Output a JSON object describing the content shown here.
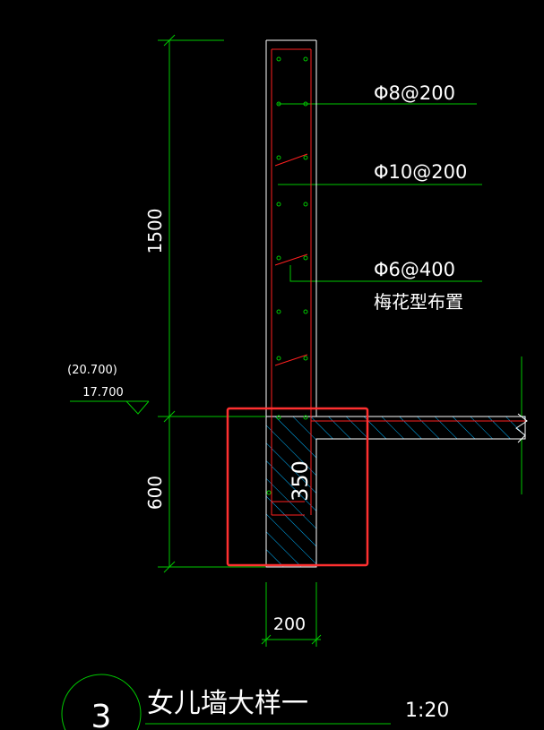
{
  "drawing": {
    "title_number": "3",
    "title": "女儿墙大样一",
    "scale": "1:20",
    "dimensions": {
      "parapet_height": "1500",
      "lower_height": "600",
      "wall_width": "200",
      "beam_depth": "350"
    },
    "elevation": {
      "bracket": "(20.700)",
      "value": "17.700"
    },
    "rebar_labels": {
      "horizontal": "Φ8@200",
      "vertical": "Φ10@200",
      "ties": "Φ6@400",
      "ties_note": "梅花型布置"
    },
    "colors": {
      "background": "#000000",
      "outline": "#ffffff",
      "dimension": "#00c800",
      "rebar": "#ff2020",
      "hatch": "#00b4ff",
      "highlight": "#ff3030"
    }
  }
}
